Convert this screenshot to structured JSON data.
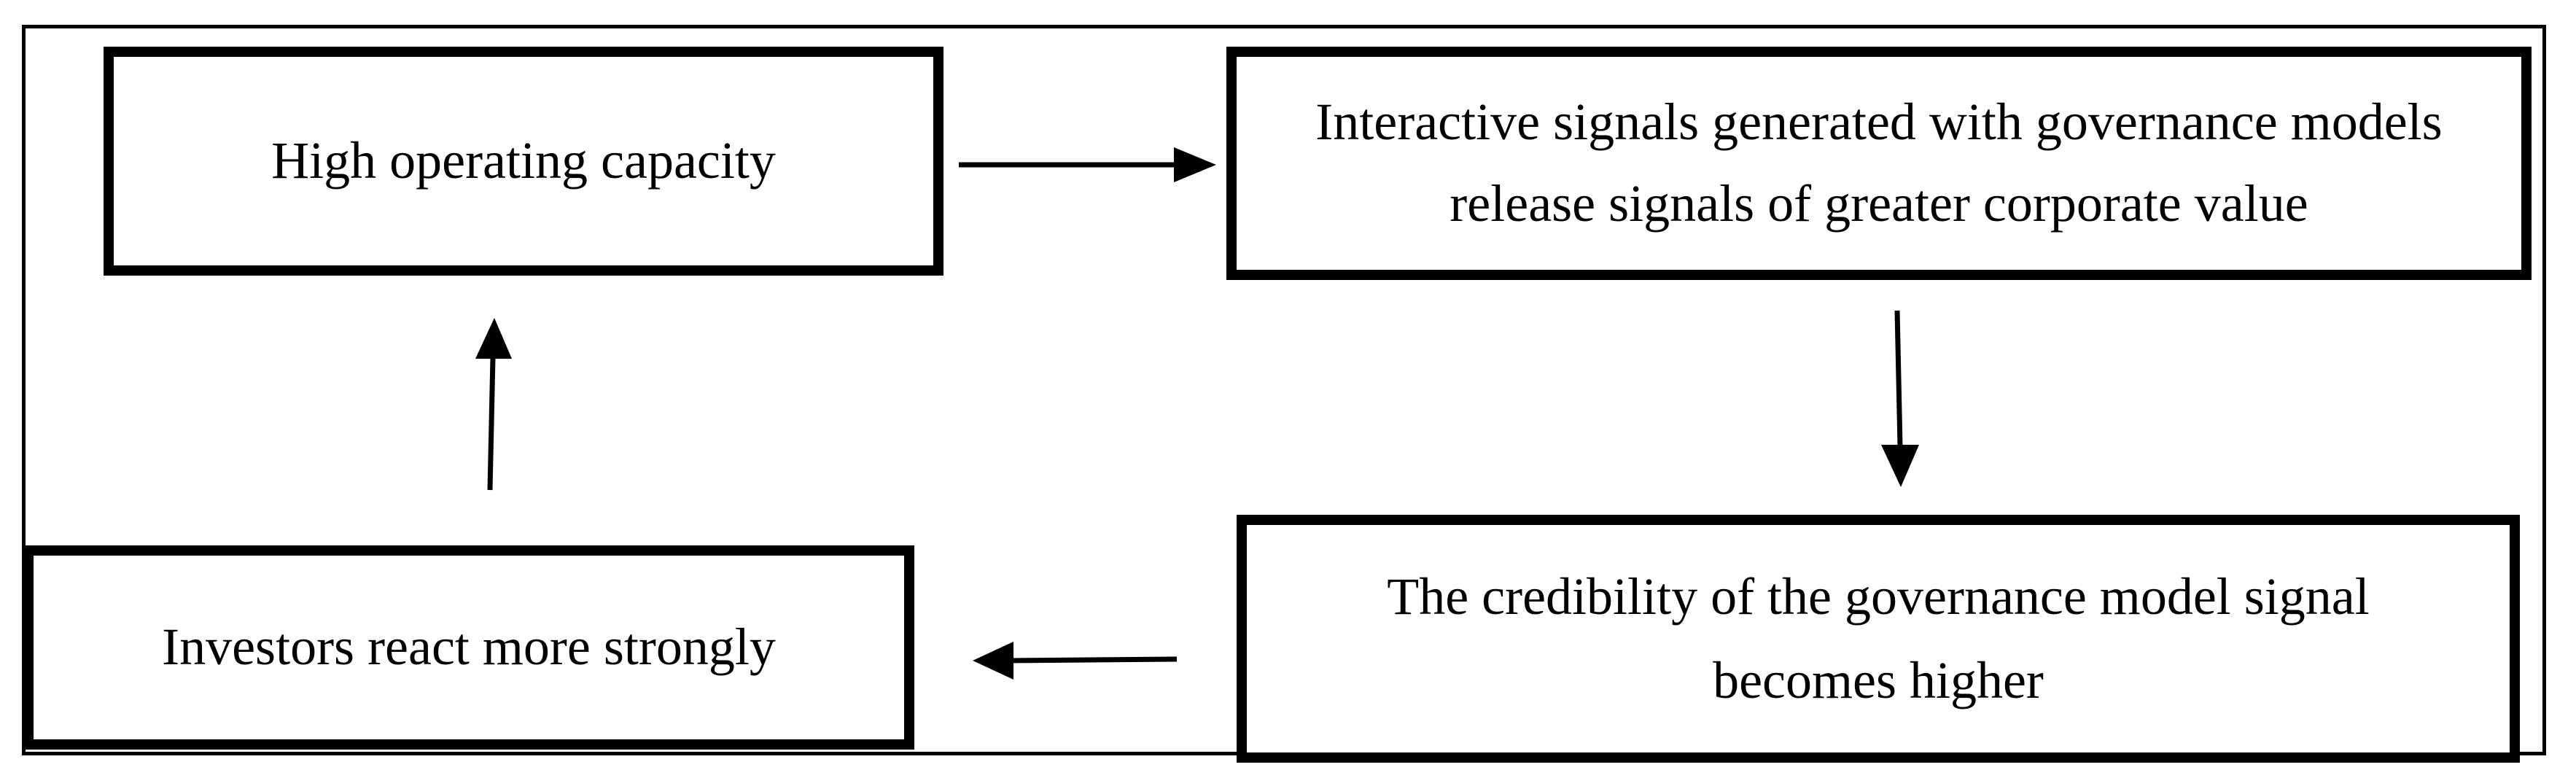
{
  "nodes": {
    "high_operating_capacity": "High operating capacity",
    "interactive_signals_line1": "Interactive signals generated with governance models",
    "interactive_signals_line2": "release signals of greater corporate value",
    "credibility_line1": "The credibility of the governance model signal",
    "credibility_line2": "becomes higher",
    "investors_react": "Investors react more strongly"
  },
  "edges": [
    {
      "from": "high_operating_capacity",
      "to": "interactive_signals",
      "direction": "right"
    },
    {
      "from": "interactive_signals",
      "to": "credibility",
      "direction": "down"
    },
    {
      "from": "credibility",
      "to": "investors_react",
      "direction": "left"
    },
    {
      "from": "investors_react",
      "to": "high_operating_capacity",
      "direction": "up"
    }
  ],
  "colors": {
    "stroke": "#000000",
    "background": "#ffffff"
  }
}
